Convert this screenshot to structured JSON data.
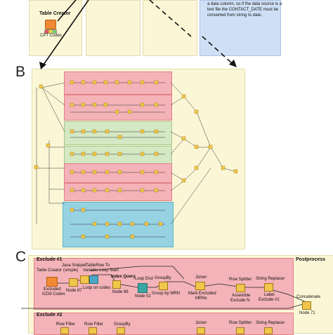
{
  "panels": {
    "a": {
      "node_title": "Table Creator",
      "node_caption": "CPT Codes",
      "note_lines": [
        "a data column, so if the data source is a",
        "text file the CONTACT_DATE must be",
        "converted from string to date."
      ]
    },
    "b": {
      "label": "B"
    },
    "c": {
      "label": "C",
      "exclude1_title": "Exclude #1",
      "exclude2_title": "Exclude #2",
      "postprocess_title": "Postprocess",
      "nodes": {
        "java_snippet": "Java Snippet",
        "java_snippet_sub": "(simple)",
        "table_creator": "Table Creator",
        "tablerow_tc": "TableRow To",
        "variable_loop_start": "Variable Loop Start",
        "excluded_icd9": "Excluded",
        "excluded_icd9_2": "ICD9 Codes",
        "node87": "Node 87",
        "loop_on_codes": "Loop on codes",
        "index_query": "Index Query",
        "node86": "Node 86",
        "loop_end": "Loop End",
        "node52": "Node 52",
        "groupby": "GroupBy",
        "group_by_mrn": "Group by MRN",
        "joiner": "Joiner",
        "mark_excluded": "Mark Excluded",
        "mark_excluded_2": "MRNs",
        "row_splitter": "Row Splitter",
        "assemble": "Assemble",
        "assemble_2": "Exclude N",
        "string_replacer": "String Replacer",
        "label": "Label",
        "label_2": "Exclude #1",
        "concatenate": "Concatenate",
        "node71": "Node 71",
        "row_filter_1": "Row Filter",
        "row_filter_2": "Row Filter",
        "groupby_2": "GroupBy",
        "joiner_2": "Joiner",
        "row_splitter_2": "Row Splitter",
        "string_replacer_2": "String Replacer"
      }
    }
  }
}
